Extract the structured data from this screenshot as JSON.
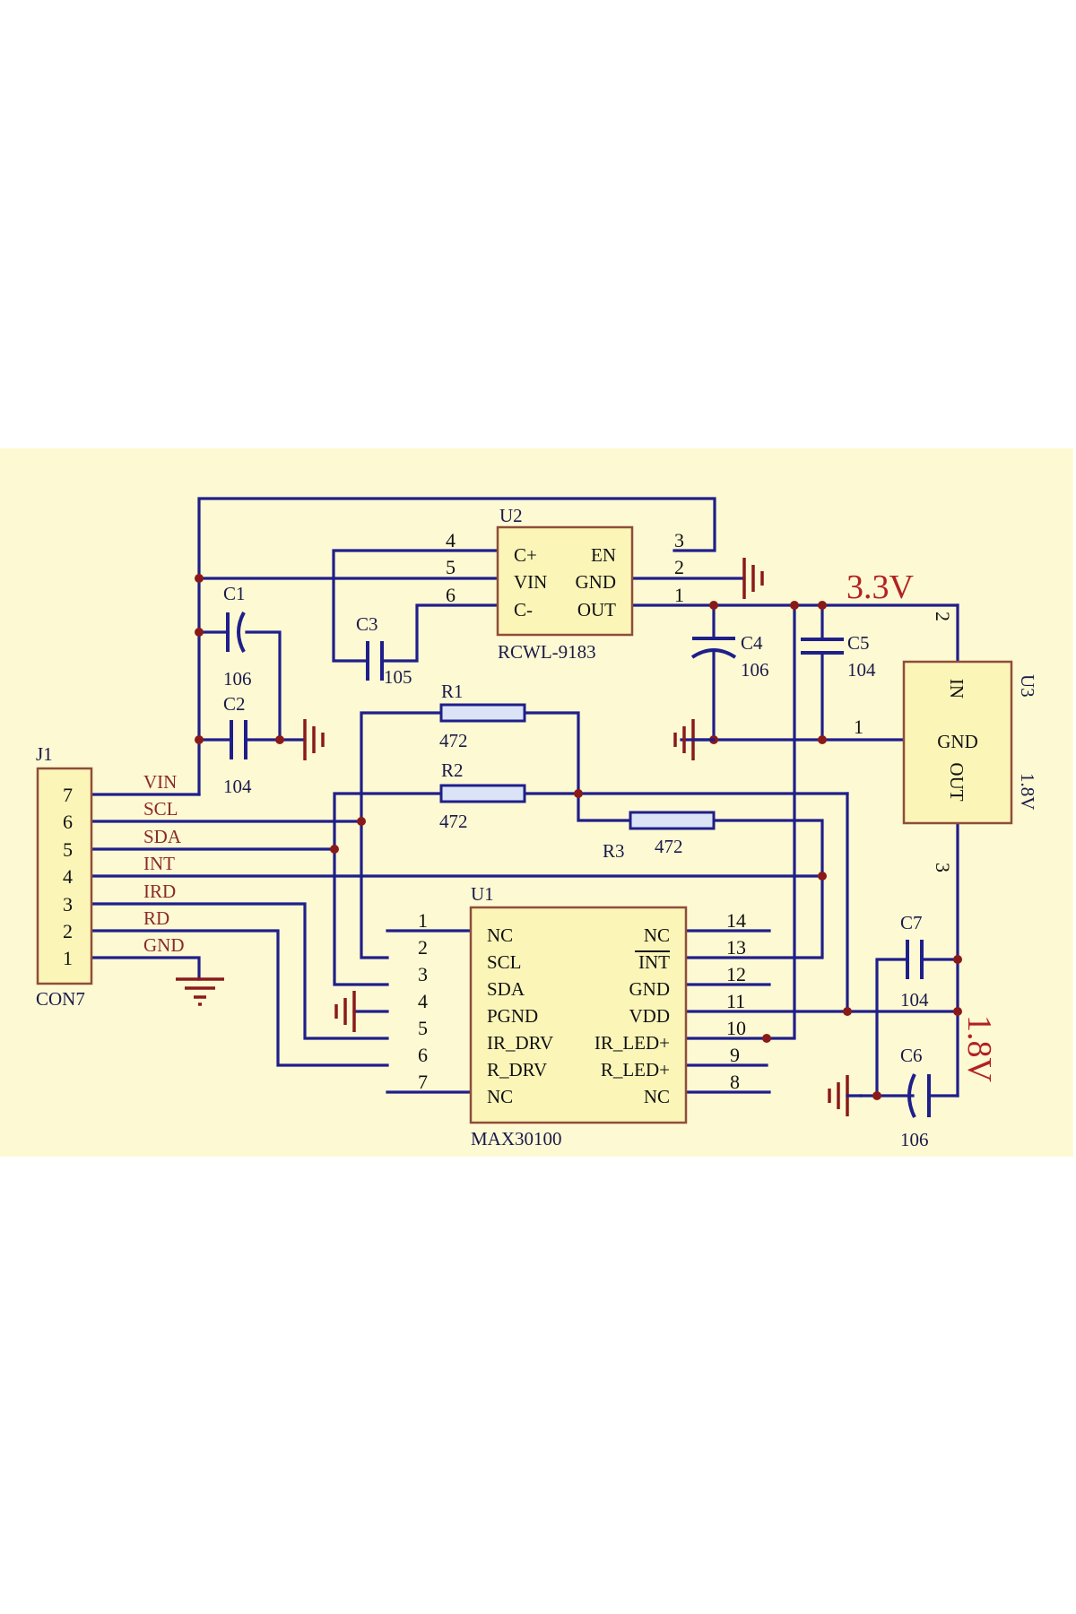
{
  "j1": {
    "ref": "J1",
    "part": "CON7",
    "pins": [
      "7",
      "6",
      "5",
      "4",
      "3",
      "2",
      "1"
    ],
    "nets": [
      "VIN",
      "SCL",
      "SDA",
      "INT",
      "IRD",
      "RD",
      "GND"
    ]
  },
  "u1": {
    "ref": "U1",
    "part": "MAX30100",
    "left_pins": [
      "1",
      "2",
      "3",
      "4",
      "5",
      "6",
      "7"
    ],
    "left_names": [
      "NC",
      "SCL",
      "SDA",
      "PGND",
      "IR_DRV",
      "R_DRV",
      "NC"
    ],
    "right_pins": [
      "14",
      "13",
      "12",
      "11",
      "10",
      "9",
      "8"
    ],
    "right_names": [
      "NC",
      "INT",
      "GND",
      "VDD",
      "IR_LED+",
      "R_LED+",
      "NC"
    ]
  },
  "u2": {
    "ref": "U2",
    "part": "RCWL-9183",
    "left_pins": [
      "4",
      "5",
      "6"
    ],
    "left_names": [
      "C+",
      "VIN",
      "C-"
    ],
    "right_pins": [
      "3",
      "2",
      "1"
    ],
    "right_names": [
      "EN",
      "GND",
      "OUT"
    ]
  },
  "u3": {
    "ref": "U3",
    "value": "1.8V",
    "names": [
      "IN",
      "GND",
      "OUT"
    ],
    "pins": [
      "2",
      "1",
      "3"
    ]
  },
  "resistors": [
    {
      "ref": "R1",
      "value": "472"
    },
    {
      "ref": "R2",
      "value": "472"
    },
    {
      "ref": "R3",
      "value": "472"
    }
  ],
  "capacitors": [
    {
      "ref": "C1",
      "value": "106"
    },
    {
      "ref": "C2",
      "value": "104"
    },
    {
      "ref": "C3",
      "value": "105"
    },
    {
      "ref": "C4",
      "value": "106"
    },
    {
      "ref": "C5",
      "value": "104"
    },
    {
      "ref": "C6",
      "value": "106"
    },
    {
      "ref": "C7",
      "value": "104"
    }
  ],
  "rails": {
    "v33": "3.3V",
    "v18": "1.8V"
  },
  "colors": {
    "background": "#fdf9d3",
    "wire": "#1f1f8a",
    "ground": "#8a1a1a",
    "component": "#fbf5b8",
    "rail_label": "#b22222"
  }
}
